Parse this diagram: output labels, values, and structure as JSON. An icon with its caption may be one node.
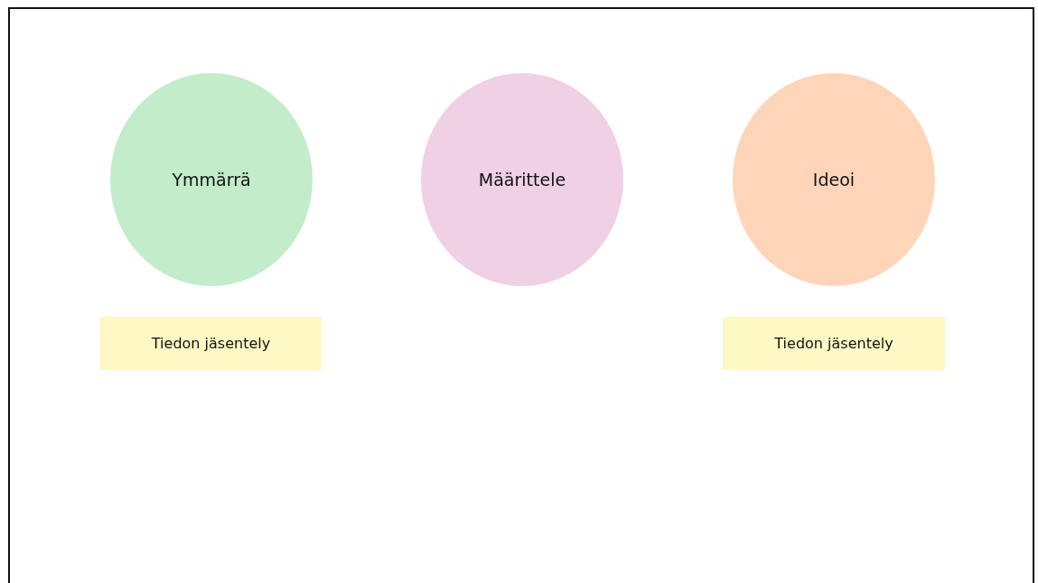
{
  "diagram": {
    "nodes": [
      {
        "text": [
          "Ymmärrä"
        ]
      },
      {
        "text": [
          "Määrittele"
        ]
      },
      {
        "text": [
          "Ideoi"
        ]
      },
      {
        "text": [
          "Tiedon jäsentely"
        ]
      },
      {
        "text": [
          "Tiedon jäsentely"
        ]
      }
    ]
  }
}
